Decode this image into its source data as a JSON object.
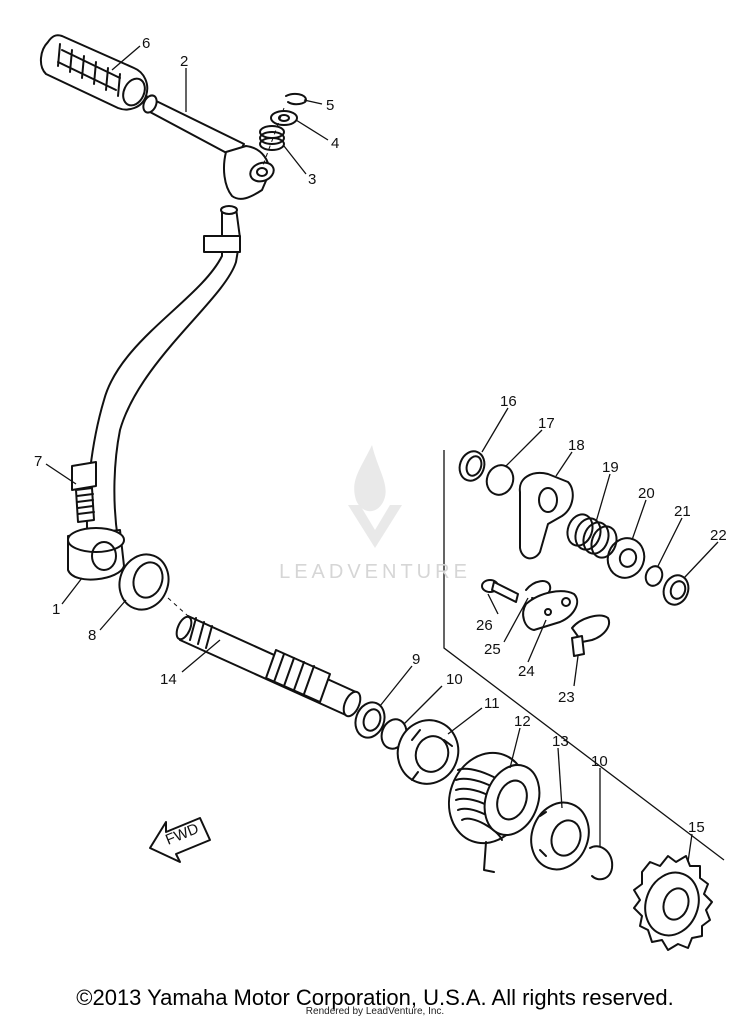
{
  "watermark": {
    "brand": "LEADVENTURE",
    "logo_icon": "leadventure-flame-logo-icon"
  },
  "fwd_label": "FWD",
  "callouts": [
    "6",
    "2",
    "5",
    "4",
    "3",
    "7",
    "1",
    "8",
    "14",
    "9",
    "10",
    "11",
    "12",
    "13",
    "10",
    "15",
    "16",
    "17",
    "18",
    "19",
    "20",
    "21",
    "22",
    "26",
    "25",
    "24",
    "23"
  ],
  "footer": {
    "copyright": "©2013 Yamaha Motor Corporation, U.S.A. All rights reserved.",
    "rendered_by": "Rendered by LeadVenture, Inc."
  }
}
